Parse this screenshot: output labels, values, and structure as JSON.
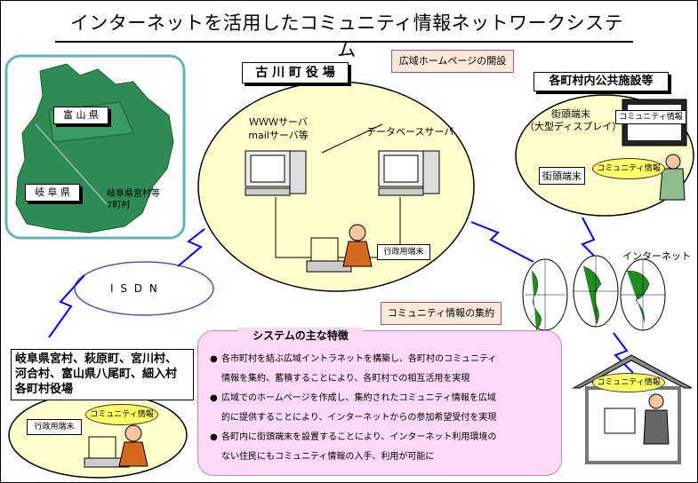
{
  "title": "インターネットを活用したコミュニティ情報ネットワークシステム",
  "map": {
    "toyama": "富 山 県",
    "gifu": "岐 阜 県",
    "note": [
      "岐阜県宮村等",
      "7町村"
    ]
  },
  "town_hall": {
    "label": "古 川 町 役 場",
    "callout_homepage": "広域ホームページの開設",
    "www_server": [
      "ＷＷＷサーバ",
      "mailサーバ等"
    ],
    "db_server": "データベースサーバ",
    "admin_terminal": "行政用端末",
    "callout_collect": "コミュニティ情報の集約"
  },
  "public_facilities": {
    "label": "各町村内公共施設等",
    "street_terminal_large": [
      "街頭端末",
      "（大型ディスプレイ）"
    ],
    "community_info": "コミュニティ情報",
    "street_terminal": "街頭端末"
  },
  "isdn": "I S D N",
  "internet": "インターネット",
  "villages": {
    "label": [
      "岐阜県宮村、萩原町、宮川村、",
      "河合村、富山県八尾町、細入村",
      "各町村役場"
    ],
    "admin_terminal": "行政用端末",
    "community_info": "コミュニティ情報"
  },
  "home": {
    "community_info": "コミュニティ情報"
  },
  "features": {
    "title": "システムの主な特徴",
    "bullet": "●",
    "items": [
      [
        "各市町村を結ぶ広域イントラネットを構築し、各町村のコミュニティ",
        "情報を集約、蓄積することにより、各町村での相互活用を実現"
      ],
      [
        "広域でのホームページを作成し、集約されたコミュニティ情報を広域",
        "的に提供することにより、インターネットからの参加希望受付を実現"
      ],
      [
        "各町内に街頭端末を設置することにより、インターネット利用環境の",
        "ない住民にもコミュニティ情報の入手、利用が可能に"
      ]
    ]
  },
  "colors": {
    "ellipse_fill": "#ffffcc",
    "map_green": "#2e8b57",
    "lightning_blue": "#0000ff",
    "features_bg": "#fdd8f7",
    "callout_bg": "#fde9d9",
    "pill_yellow": "#ffff66"
  }
}
